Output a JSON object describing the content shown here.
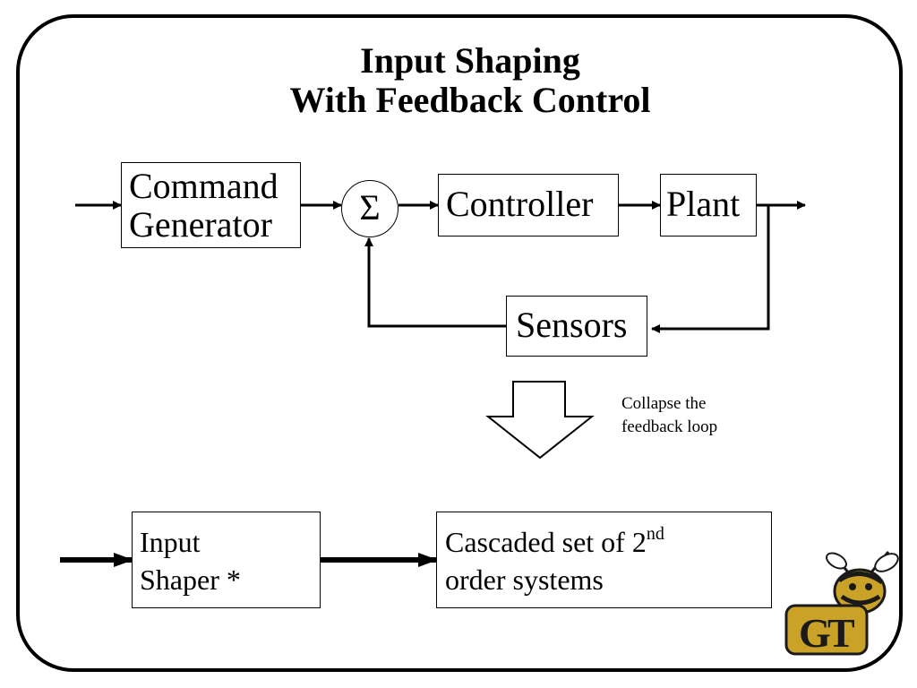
{
  "title": {
    "line1": "Input Shaping",
    "line2": "With Feedback Control"
  },
  "diagram": {
    "command_generator": {
      "line1": "Command",
      "line2": "Generator"
    },
    "summing_junction": "Σ",
    "controller": "Controller",
    "plant": "Plant",
    "sensors": "Sensors"
  },
  "annotation": {
    "line1": "Collapse the",
    "line2": "feedback loop"
  },
  "simplified": {
    "input_shaper": {
      "line1": "Input",
      "line2": "Shaper *"
    },
    "cascaded": {
      "line1": "Cascaded set of 2",
      "sup": "nd",
      "line2": "order systems"
    }
  },
  "colors": {
    "logo_gold": "#c9a227",
    "logo_dark": "#1a1a1a"
  }
}
